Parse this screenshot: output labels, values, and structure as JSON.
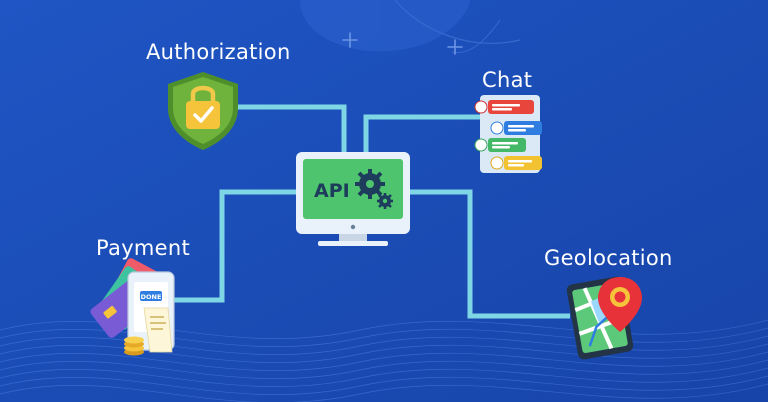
{
  "labels": {
    "authorization": "Authorization",
    "chat": "Chat",
    "payment": "Payment",
    "geolocation": "Geolocation"
  },
  "api": {
    "text": "API"
  },
  "payment_receipt": {
    "button_text": "DONE"
  },
  "colors": {
    "background": "#1a4bb8",
    "connector": "#7fd7e6",
    "monitor_screen": "#4ec46e",
    "shield": "#6fb33c",
    "map_pin": "#e8323a"
  }
}
